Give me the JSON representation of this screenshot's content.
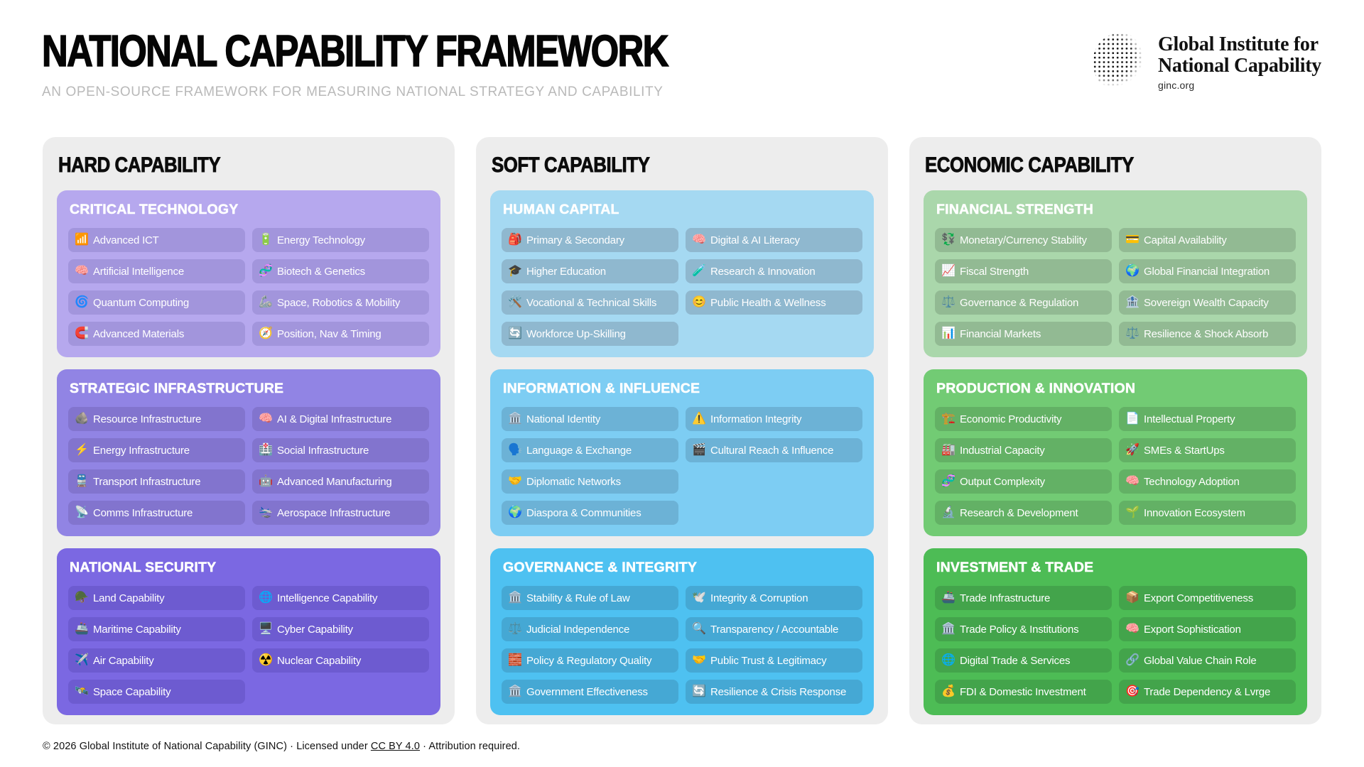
{
  "header": {
    "title": "NATIONAL CAPABILITY FRAMEWORK",
    "subtitle": "AN OPEN-SOURCE FRAMEWORK FOR MEASURING NATIONAL STRATEGY AND CAPABILITY",
    "logo": {
      "line1": "Global Institute for",
      "line2": "National Capability",
      "domain": "ginc.org"
    }
  },
  "columns": [
    {
      "id": "hard-capability",
      "title": "HARD CAPABILITY",
      "sections": [
        {
          "id": "critical-technology",
          "title": "CRITICAL TECHNOLOGY",
          "panel_color": "#b6a8ee",
          "chip_color": "#a295dc",
          "items": [
            {
              "icon": "📶",
              "icon_name": "signal-bars-icon",
              "label": "Advanced ICT"
            },
            {
              "icon": "🔋",
              "icon_name": "battery-icon",
              "label": "Energy Technology"
            },
            {
              "icon": "🧠",
              "icon_name": "brain-icon",
              "label": "Artificial Intelligence"
            },
            {
              "icon": "🧬",
              "icon_name": "dna-icon",
              "label": "Biotech & Genetics"
            },
            {
              "icon": "🌀",
              "icon_name": "cyclone-icon",
              "label": "Quantum Computing"
            },
            {
              "icon": "🦾",
              "icon_name": "mechanical-arm-icon",
              "label": "Space, Robotics & Mobility"
            },
            {
              "icon": "🧲",
              "icon_name": "magnet-icon",
              "label": "Advanced Materials"
            },
            {
              "icon": "🧭",
              "icon_name": "compass-icon",
              "label": "Position, Nav & Timing"
            }
          ]
        },
        {
          "id": "strategic-infrastructure",
          "title": "STRATEGIC INFRASTRUCTURE",
          "panel_color": "#9184e4",
          "chip_color": "#8274ce",
          "items": [
            {
              "icon": "🪨",
              "icon_name": "rock-icon",
              "label": "Resource Infrastructure"
            },
            {
              "icon": "🧠",
              "icon_name": "brain-icon",
              "label": "AI & Digital Infrastructure"
            },
            {
              "icon": "⚡",
              "icon_name": "high-voltage-icon",
              "label": "Energy Infrastructure"
            },
            {
              "icon": "🏥",
              "icon_name": "hospital-icon",
              "label": "Social Infrastructure"
            },
            {
              "icon": "🚆",
              "icon_name": "train-icon",
              "label": "Transport Infrastructure"
            },
            {
              "icon": "🤖",
              "icon_name": "robot-icon",
              "label": "Advanced Manufacturing"
            },
            {
              "icon": "📡",
              "icon_name": "satellite-dish-icon",
              "label": "Comms Infrastructure"
            },
            {
              "icon": "🛬",
              "icon_name": "airplane-arrival-icon",
              "label": "Aerospace Infrastructure"
            }
          ]
        },
        {
          "id": "national-security",
          "title": "NATIONAL SECURITY",
          "panel_color": "#7b68e2",
          "chip_color": "#6d5bd0",
          "items": [
            {
              "icon": "🪖",
              "icon_name": "military-helmet-icon",
              "label": "Land Capability"
            },
            {
              "icon": "🌐",
              "icon_name": "globe-meridians-icon",
              "label": "Intelligence Capability"
            },
            {
              "icon": "🚢",
              "icon_name": "ship-icon",
              "label": "Maritime Capability"
            },
            {
              "icon": "🖥️",
              "icon_name": "desktop-computer-icon",
              "label": "Cyber Capability"
            },
            {
              "icon": "✈️",
              "icon_name": "airplane-icon",
              "label": "Air Capability"
            },
            {
              "icon": "☢️",
              "icon_name": "radioactive-icon",
              "label": "Nuclear Capability"
            },
            {
              "icon": "🛰️",
              "icon_name": "satellite-icon",
              "label": "Space Capability"
            }
          ]
        }
      ]
    },
    {
      "id": "soft-capability",
      "title": "SOFT CAPABILITY",
      "sections": [
        {
          "id": "human-capital",
          "title": "HUMAN CAPITAL",
          "panel_color": "#a5d9f2",
          "chip_color": "#8fb8cf",
          "items": [
            {
              "icon": "🎒",
              "icon_name": "backpack-icon",
              "label": "Primary & Secondary"
            },
            {
              "icon": "🧠",
              "icon_name": "brain-icon",
              "label": "Digital & AI Literacy"
            },
            {
              "icon": "🎓",
              "icon_name": "graduation-cap-icon",
              "label": "Higher Education"
            },
            {
              "icon": "🧪",
              "icon_name": "test-tube-icon",
              "label": "Research & Innovation"
            },
            {
              "icon": "🛠️",
              "icon_name": "hammer-and-wrench-icon",
              "label": "Vocational & Technical Skills"
            },
            {
              "icon": "😊",
              "icon_name": "smiling-face-icon",
              "label": "Public Health & Wellness"
            },
            {
              "icon": "🔄",
              "icon_name": "counterclockwise-arrows-icon",
              "label": "Workforce Up-Skilling"
            }
          ]
        },
        {
          "id": "information-influence",
          "title": "INFORMATION & INFLUENCE",
          "panel_color": "#7dcdf3",
          "chip_color": "#6cb2d6",
          "items": [
            {
              "icon": "🏛️",
              "icon_name": "classical-building-icon",
              "label": "National Identity"
            },
            {
              "icon": "⚠️",
              "icon_name": "warning-icon",
              "label": "Information Integrity"
            },
            {
              "icon": "🗣️",
              "icon_name": "speaking-head-icon",
              "label": "Language & Exchange"
            },
            {
              "icon": "🎬",
              "icon_name": "clapper-board-icon",
              "label": "Cultural Reach & Influence"
            },
            {
              "icon": "🤝",
              "icon_name": "handshake-icon",
              "label": "Diplomatic Networks"
            },
            null,
            {
              "icon": "🌍",
              "icon_name": "globe-icon",
              "label": "Diaspora & Communities"
            },
            null
          ]
        },
        {
          "id": "governance-integrity",
          "title": "GOVERNANCE & INTEGRITY",
          "panel_color": "#4ec1f1",
          "chip_color": "#45a8d4",
          "items": [
            {
              "icon": "🏛️",
              "icon_name": "classical-building-icon",
              "label": "Stability & Rule of Law"
            },
            {
              "icon": "🕊️",
              "icon_name": "dove-icon",
              "label": "Integrity & Corruption"
            },
            {
              "icon": "⚖️",
              "icon_name": "balance-scale-icon",
              "label": "Judicial Independence"
            },
            {
              "icon": "🔍",
              "icon_name": "magnifying-glass-icon",
              "label": "Transparency / Accountable"
            },
            {
              "icon": "🧱",
              "icon_name": "brick-icon",
              "label": "Policy & Regulatory Quality"
            },
            {
              "icon": "🤝",
              "icon_name": "handshake-icon",
              "label": "Public Trust & Legitimacy"
            },
            {
              "icon": "🏛️",
              "icon_name": "classical-building-icon",
              "label": "Government Effectiveness"
            },
            {
              "icon": "🔄",
              "icon_name": "counterclockwise-arrows-icon",
              "label": "Resilience & Crisis Response"
            }
          ]
        }
      ]
    },
    {
      "id": "economic-capability",
      "title": "ECONOMIC CAPABILITY",
      "sections": [
        {
          "id": "financial-strength",
          "title": "FINANCIAL STRENGTH",
          "panel_color": "#aad7ab",
          "chip_color": "#92ba93",
          "items": [
            {
              "icon": "💱",
              "icon_name": "currency-exchange-icon",
              "label": "Monetary/Currency Stability"
            },
            {
              "icon": "💳",
              "icon_name": "credit-card-icon",
              "label": "Capital Availability"
            },
            {
              "icon": "📈",
              "icon_name": "chart-increasing-icon",
              "label": "Fiscal Strength"
            },
            {
              "icon": "🌍",
              "icon_name": "globe-icon",
              "label": "Global Financial Integration"
            },
            {
              "icon": "⚖️",
              "icon_name": "balance-scale-icon",
              "label": "Governance & Regulation"
            },
            {
              "icon": "🏦",
              "icon_name": "bank-icon",
              "label": "Sovereign Wealth Capacity"
            },
            {
              "icon": "📊",
              "icon_name": "bar-chart-icon",
              "label": "Financial Markets"
            },
            {
              "icon": "⚖️",
              "icon_name": "balance-scale-icon",
              "label": "Resilience & Shock Absorb"
            }
          ]
        },
        {
          "id": "production-innovation",
          "title": "PRODUCTION & INNOVATION",
          "panel_color": "#72cb74",
          "chip_color": "#63b165",
          "items": [
            {
              "icon": "🏗️",
              "icon_name": "building-construction-icon",
              "label": "Economic Productivity"
            },
            {
              "icon": "📄",
              "icon_name": "document-icon",
              "label": "Intellectual Property"
            },
            {
              "icon": "🏭",
              "icon_name": "factory-icon",
              "label": "Industrial Capacity"
            },
            {
              "icon": "🚀",
              "icon_name": "rocket-icon",
              "label": "SMEs & StartUps"
            },
            {
              "icon": "🧬",
              "icon_name": "dna-icon",
              "label": "Output Complexity"
            },
            {
              "icon": "🧠",
              "icon_name": "brain-icon",
              "label": "Technology Adoption"
            },
            {
              "icon": "🔬",
              "icon_name": "microscope-icon",
              "label": "Research & Development"
            },
            {
              "icon": "🌱",
              "icon_name": "seedling-icon",
              "label": "Innovation Ecosystem"
            }
          ]
        },
        {
          "id": "investment-trade",
          "title": "INVESTMENT & TRADE",
          "panel_color": "#4dbc55",
          "chip_color": "#43a44b",
          "items": [
            {
              "icon": "🚢",
              "icon_name": "ship-icon",
              "label": "Trade Infrastructure"
            },
            {
              "icon": "📦",
              "icon_name": "package-icon",
              "label": "Export Competitiveness"
            },
            {
              "icon": "🏛️",
              "icon_name": "classical-building-icon",
              "label": "Trade Policy & Institutions"
            },
            {
              "icon": "🧠",
              "icon_name": "brain-icon",
              "label": "Export Sophistication"
            },
            {
              "icon": "🌐",
              "icon_name": "globe-meridians-icon",
              "label": "Digital Trade & Services"
            },
            {
              "icon": "🔗",
              "icon_name": "link-icon",
              "label": "Global Value Chain Role"
            },
            {
              "icon": "💰",
              "icon_name": "money-bag-icon",
              "label": "FDI & Domestic Investment"
            },
            {
              "icon": "🎯",
              "icon_name": "target-icon",
              "label": "Trade Dependency & Lvrge"
            }
          ]
        }
      ]
    }
  ],
  "footer": {
    "prefix": "© 2026 Global Institute of National Capability (GINC) · Licensed under ",
    "link_label": "CC BY 4.0",
    "suffix": " · Attribution required."
  }
}
